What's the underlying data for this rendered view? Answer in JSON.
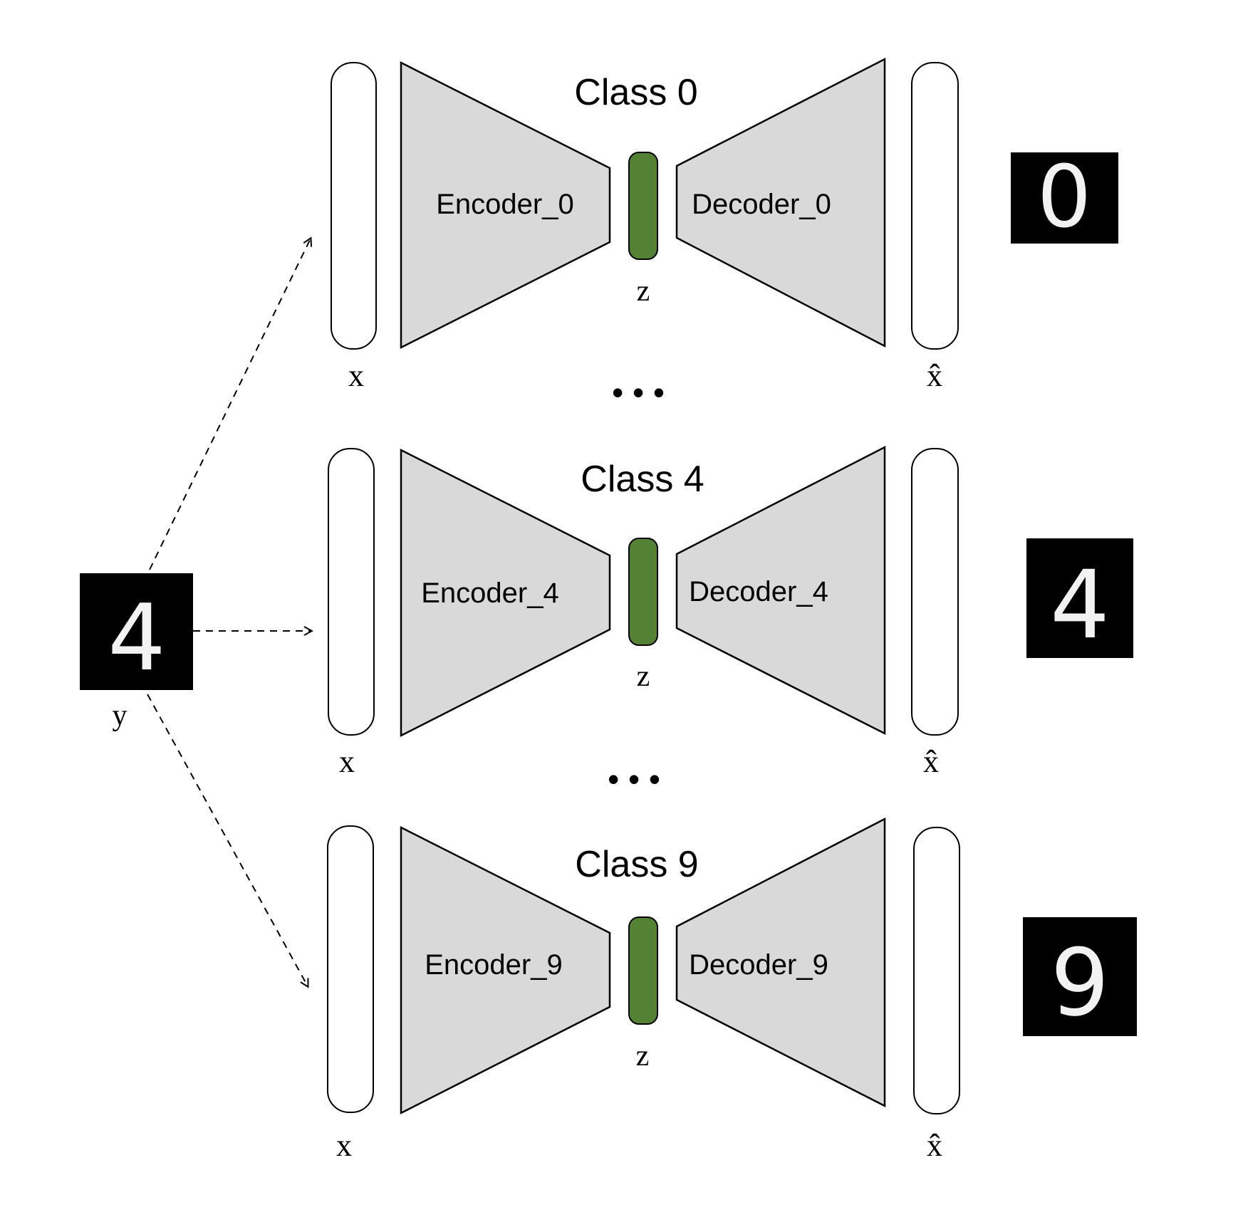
{
  "colors": {
    "trapezoid_fill": "#d9d9d9",
    "latent_fill": "#548235",
    "thumbnail_bg": "#000000",
    "digit_color": "#f2f2f2"
  },
  "input": {
    "digit": "4",
    "label": "y"
  },
  "rows": [
    {
      "title": "Class 0",
      "encoder": "Encoder_0",
      "decoder": "Decoder_0",
      "latent": "z",
      "input_label": "x",
      "output_label": "x̂",
      "output_digit": "0"
    },
    {
      "title": "Class 4",
      "encoder": "Encoder_4",
      "decoder": "Decoder_4",
      "latent": "z",
      "input_label": "x",
      "output_label": "x̂",
      "output_digit": "4"
    },
    {
      "title": "Class 9",
      "encoder": "Encoder_9",
      "decoder": "Decoder_9",
      "latent": "z",
      "input_label": "x",
      "output_label": "x̂",
      "output_digit": "9"
    }
  ],
  "ellipsis": [
    "• • •",
    "• • •"
  ]
}
